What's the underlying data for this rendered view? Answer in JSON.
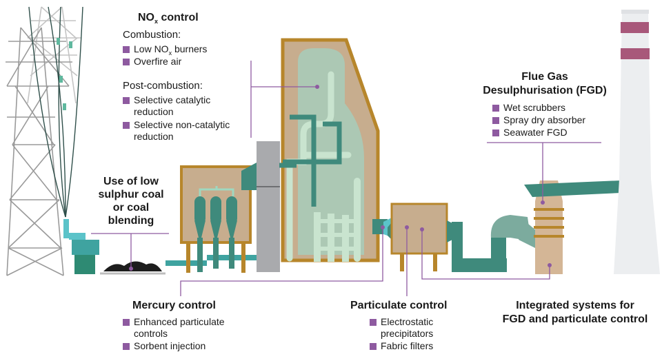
{
  "nox": {
    "title_main": "NO",
    "title_sub": "x",
    "title_rest": " control",
    "combustion_label": "Combustion:",
    "item1_main": "Low NO",
    "item1_sub": "x",
    "item1_rest": " burners",
    "item2": "Overfire air",
    "post_label": "Post-combustion:",
    "item3_line1": "Selective catalytic",
    "item3_line2": "reduction",
    "item4_line1": "Selective non-catalytic",
    "item4_line2": "reduction"
  },
  "low_sulphur": {
    "line1": "Use of low",
    "line2": "sulphur coal",
    "line3": "or coal",
    "line4": "blending"
  },
  "fgd": {
    "line1": "Flue Gas",
    "line2": "Desulphurisation (FGD)",
    "items": [
      "Wet scrubbers",
      "Spray dry absorber",
      "Seawater FGD"
    ]
  },
  "mercury": {
    "title": "Mercury control",
    "item1_line1": "Enhanced particulate",
    "item1_line2": "controls",
    "item2": "Sorbent injection"
  },
  "particulate": {
    "title": "Particulate control",
    "item1_line1": "Electrostatic",
    "item1_line2": "precipitators",
    "item2": "Fabric filters"
  },
  "integrated": {
    "line1": "Integrated systems for",
    "line2": "FGD and particulate control"
  },
  "colors": {
    "bullet": "#8e5aa0",
    "leader": "#8e5aa0",
    "boiler_frame": "#b7862b",
    "boiler_fill": "#c7ad8e",
    "pipe_light": "#c9e4cf",
    "pipe_dark": "#3f8a7c",
    "stack": "#eceef0",
    "stack_band": "#a8587a"
  }
}
